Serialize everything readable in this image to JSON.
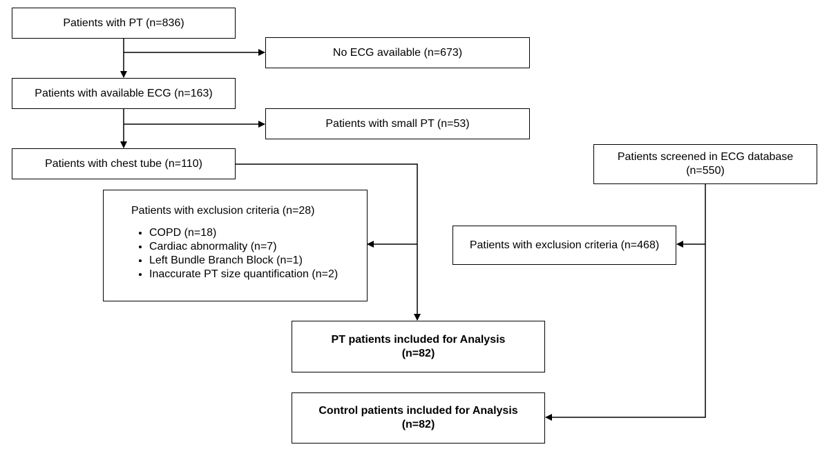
{
  "flowchart": {
    "pt_all": "Patients with PT (n=836)",
    "no_ecg": "No ECG available (n=673)",
    "with_ecg": "Patients with available ECG (n=163)",
    "small_pt": "Patients with small PT (n=53)",
    "chest_tube": "Patients with chest tube (n=110)",
    "exclusion_pt": {
      "title": "Patients with exclusion criteria (n=28)",
      "items": [
        "COPD (n=18)",
        "Cardiac abnormality (n=7)",
        "Left Bundle Branch Block (n=1)",
        "Inaccurate PT size quantification (n=2)"
      ]
    },
    "pt_included": {
      "line1": "PT patients included for Analysis",
      "line2": "(n=82)"
    },
    "control_included": {
      "line1": "Control patients included for Analysis",
      "line2": "(n=82)"
    },
    "screened": {
      "line1": "Patients screened in ECG database",
      "line2": "(n=550)"
    },
    "exclusion_control": "Patients with exclusion criteria (n=468)"
  }
}
